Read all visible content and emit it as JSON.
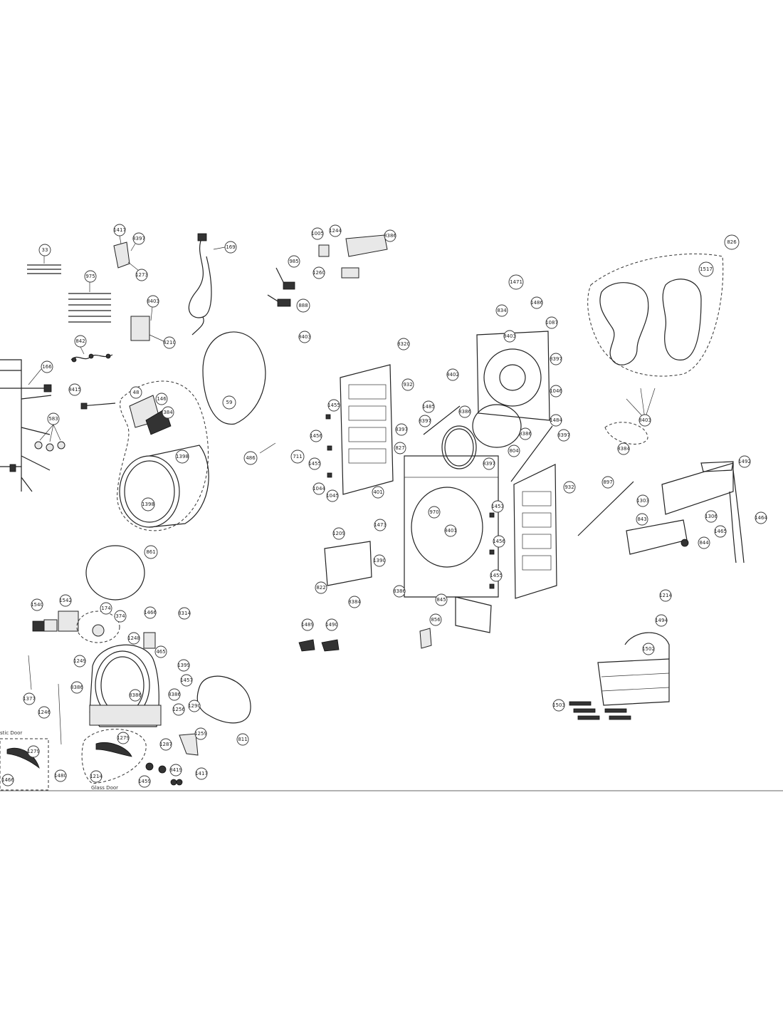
{
  "callouts": {
    "c33": "33",
    "c1417a": "1417",
    "c8397a": "8397",
    "c1273": "1273",
    "c169": "169",
    "c975": "975",
    "c8403a": "8403",
    "c4210": "4210",
    "c842": "842",
    "c166": "166",
    "c8415": "8415",
    "c583": "583",
    "c48": "48",
    "c146": "146",
    "c384": "384",
    "c59": "59",
    "c1398a": "1398",
    "c1398b": "1398",
    "c486": "486",
    "c861": "861",
    "c1005": "1005",
    "c1244": "1244",
    "c8386a": "8386",
    "c985": "985",
    "c1260": "1260",
    "c888": "888",
    "c8403b": "8403",
    "c1471": "1471",
    "c826": "826",
    "c1517": "1517",
    "c834": "834",
    "c1486": "1486",
    "c8403c": "8403",
    "c1087": "1087",
    "c8320": "8320",
    "c8397b": "8397",
    "c932a": "932",
    "c8402": "8402",
    "c1046": "1046",
    "c1455a": "1455",
    "c1485": "1485",
    "c8386b": "8386",
    "c8397c": "8397",
    "c8397d": "8397",
    "c1484": "1484",
    "c1456a": "1456",
    "c8386c": "8386",
    "c8397e": "8397",
    "c804": "804",
    "c827": "827",
    "c711": "711",
    "c1455b": "1455",
    "c8397f": "8397",
    "c932b": "932",
    "c1044": "1044",
    "c401": "401",
    "c1045": "1045",
    "c970": "970",
    "c1453a": "1453",
    "c1473": "1473",
    "c8401": "8401",
    "c1209": "1209",
    "c1456b": "1456",
    "c1390": "1390",
    "c1455c": "1455",
    "c822": "822",
    "c8386d": "8386",
    "c8384a": "8384",
    "c845": "845",
    "c856": "856",
    "c1489": "1489",
    "c1490": "1490",
    "c8403d": "8403",
    "c8384b": "8384",
    "c897": "897",
    "c1492": "1492",
    "c1303": "1303",
    "c843": "843",
    "c1306": "1306",
    "c1464": "1464",
    "c1465": "1465",
    "c844": "844",
    "c1214a": "1214",
    "c1494": "1494",
    "c1502": "1502",
    "c1503": "1503",
    "c1540": "1540",
    "c1542": "1542",
    "c174": "174",
    "c374": "374",
    "c1466a": "1466",
    "c8314": "8314",
    "c1248": "1248",
    "c465": "465",
    "c1249": "1249",
    "c1399": "1399",
    "c1457": "1457",
    "c8386e": "8386",
    "c8386f": "8386",
    "c8386g": "8386",
    "c1256": "1256",
    "c1290": "1290",
    "c1377": "1377",
    "c1246": "1246",
    "c1279a": "1279",
    "c1279b": "1279",
    "c1259": "1259",
    "c1287": "1287",
    "c811": "811",
    "c1466b": "1466",
    "c1480": "1480",
    "c1214b": "1214",
    "c1459": "1459",
    "c8419": "8419",
    "c1417b": "1417"
  },
  "captions": {
    "plastic_door": "stic Door",
    "glass_door": "Glass Door"
  }
}
